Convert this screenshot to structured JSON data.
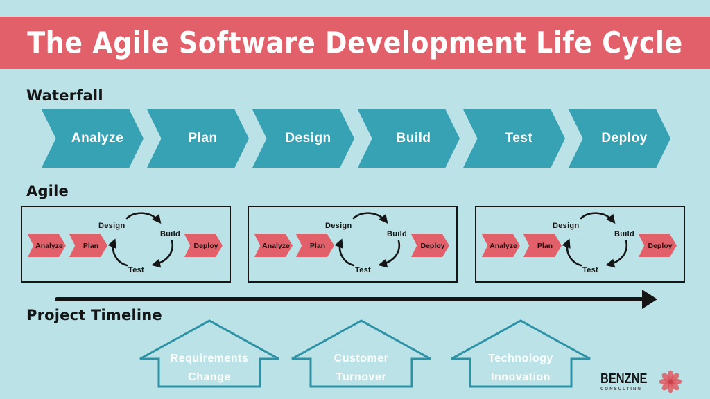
{
  "title": "The Agile Software Development Life Cycle",
  "waterfall": {
    "label": "Waterfall",
    "steps": [
      "Analyze",
      "Plan",
      "Design",
      "Build",
      "Test",
      "Deploy"
    ]
  },
  "agile": {
    "label": "Agile",
    "iterations": [
      {
        "steps": [
          "Analyze",
          "Plan"
        ],
        "cycle": [
          "Design",
          "Build",
          "Test"
        ],
        "final": "Deploy"
      },
      {
        "steps": [
          "Analyze",
          "Plan"
        ],
        "cycle": [
          "Design",
          "Build",
          "Test"
        ],
        "final": "Deploy"
      },
      {
        "steps": [
          "Analyze",
          "Plan"
        ],
        "cycle": [
          "Design",
          "Build",
          "Test"
        ],
        "final": "Deploy"
      }
    ]
  },
  "timeline": {
    "label": "Project Timeline"
  },
  "events": [
    {
      "line1": "Requirements",
      "line2": "Change"
    },
    {
      "line1": "Customer",
      "line2": "Turnover"
    },
    {
      "line1": "Technology",
      "line2": "Innovation"
    }
  ],
  "logo": {
    "name": "BENZNE",
    "tagline": "CONSULTING"
  },
  "colors": {
    "background": "#BBE3E7",
    "accent_red": "#E2606A",
    "accent_teal": "#37A2B4",
    "event_outline": "#2E92A7",
    "text_dark": "#151515",
    "text_light": "#FFFFFF"
  }
}
